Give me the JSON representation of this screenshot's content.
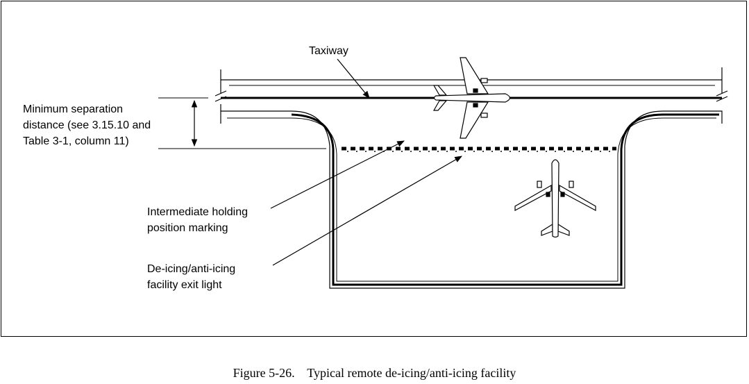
{
  "labels": {
    "taxiway": "Taxiway",
    "min_sep_line1": "Minimum separation",
    "min_sep_line2": "distance (see 3.15.10 and",
    "min_sep_line3": "Table 3-1, column 11)",
    "holding_line1": "Intermediate holding",
    "holding_line2": "position marking",
    "exit_line1": "De-icing/anti-icing",
    "exit_line2": "facility exit light"
  },
  "caption": "Figure 5-26.    Typical remote de-icing/anti-icing facility"
}
